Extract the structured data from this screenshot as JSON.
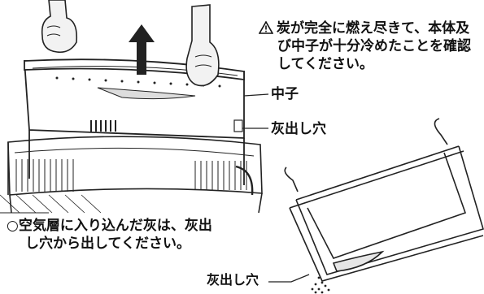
{
  "warning": {
    "icon": "warning-triangle-icon",
    "lines": [
      "炭が完全に燃え尽きて、本体及",
      "び中子が十分冷めたことを確認",
      "してください。"
    ]
  },
  "labels": {
    "nakago": "中子",
    "haidashi_ana_top": "灰出し穴",
    "haidashi_ana_bottom": "灰出し穴"
  },
  "note": {
    "lines": [
      "○空気層に入り込んだ灰は、灰出",
      "し穴から出してください。"
    ]
  },
  "illustrations": [
    "gloved-hands-lifting-inner-container",
    "up-arrow-icon",
    "grill-body-vented",
    "container-cross-section-tilted",
    "ash-pile"
  ]
}
